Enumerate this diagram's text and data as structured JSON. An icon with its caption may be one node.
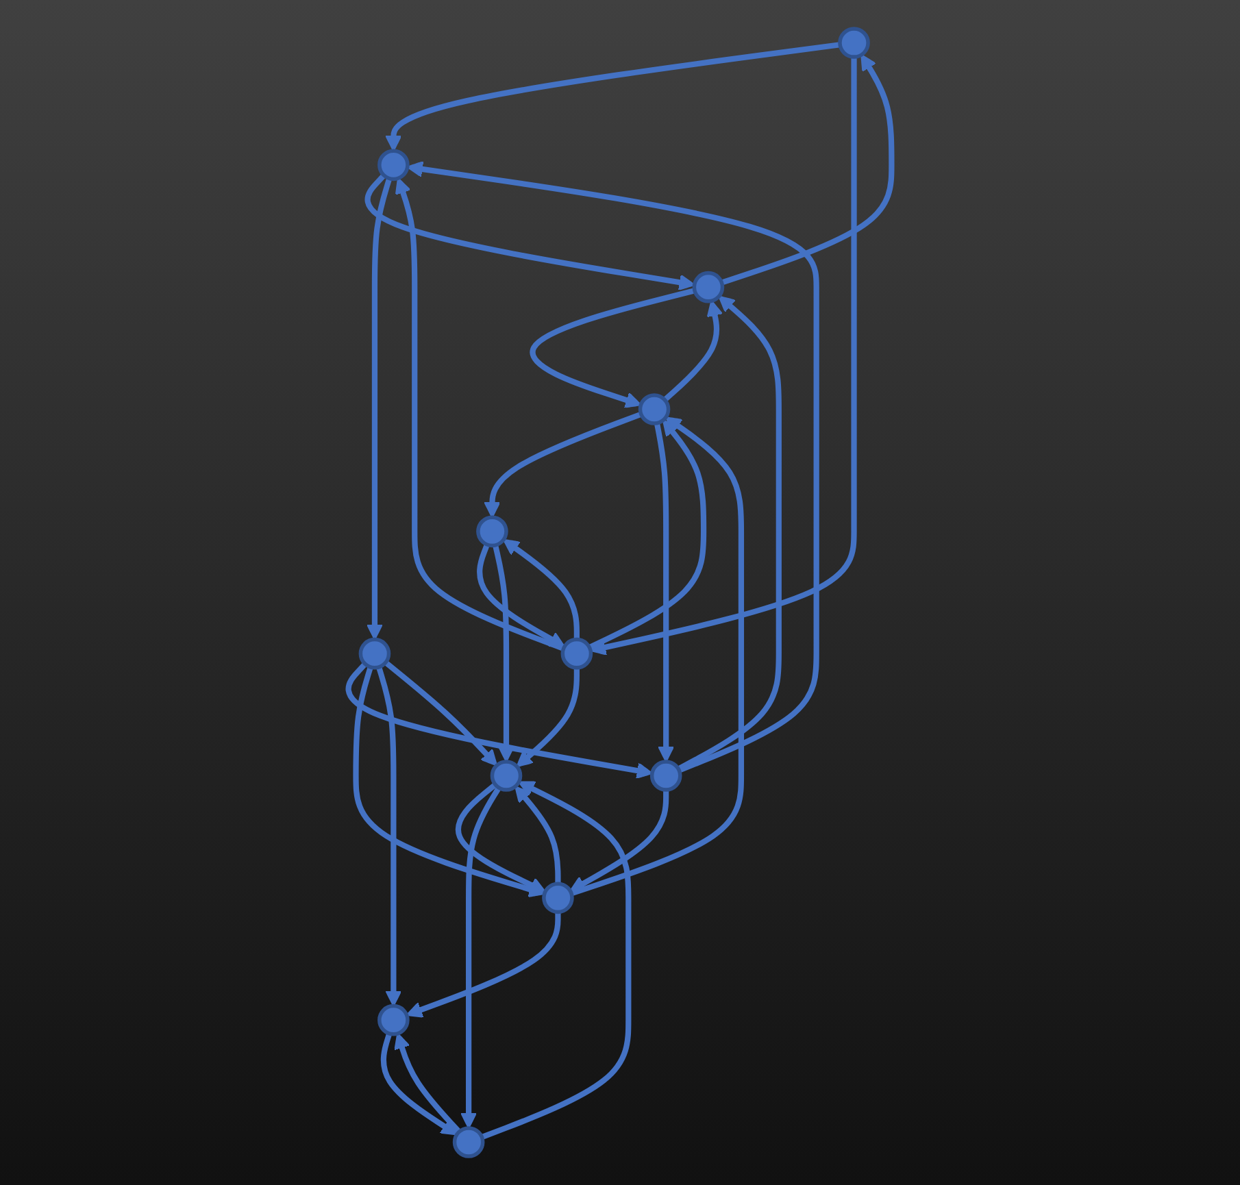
{
  "diagram": {
    "nodes": [
      {
        "text": [],
        "shape": "circle"
      },
      {
        "text": [],
        "shape": "circle"
      },
      {
        "text": [],
        "shape": "circle"
      },
      {
        "text": [],
        "shape": "circle"
      },
      {
        "text": [],
        "shape": "circle"
      },
      {
        "text": [],
        "shape": "circle"
      },
      {
        "text": [],
        "shape": "circle"
      },
      {
        "text": [],
        "shape": "circle"
      },
      {
        "text": [],
        "shape": "circle"
      },
      {
        "text": [],
        "shape": "circle"
      },
      {
        "text": [],
        "shape": "circle"
      },
      {
        "text": [],
        "shape": "circle"
      }
    ],
    "edges": [
      {
        "from": 1,
        "to": 2,
        "arrow": "to"
      },
      {
        "from": 0,
        "to": 2,
        "arrow": "to"
      },
      {
        "from": 0,
        "to": 1,
        "arrow": "to"
      },
      {
        "from": 2,
        "to": 3,
        "arrow": "to"
      },
      {
        "from": 3,
        "to": 0,
        "arrow": "to"
      },
      {
        "from": 5,
        "to": 3,
        "arrow": "to"
      },
      {
        "from": 3,
        "to": 5,
        "arrow": "to"
      },
      {
        "from": 1,
        "to": 5,
        "arrow": "to"
      },
      {
        "from": 1,
        "to": 4,
        "arrow": "to"
      },
      {
        "from": 4,
        "to": 1,
        "arrow": "to"
      },
      {
        "from": 1,
        "to": 7,
        "arrow": "to"
      },
      {
        "from": 5,
        "to": 4,
        "arrow": "to"
      },
      {
        "from": 5,
        "to": 6,
        "arrow": "to"
      },
      {
        "from": 4,
        "to": 7,
        "arrow": "to"
      },
      {
        "from": 6,
        "to": 3,
        "arrow": "to"
      },
      {
        "from": 6,
        "to": 2,
        "arrow": "to"
      },
      {
        "from": 6,
        "to": 8,
        "arrow": "to"
      },
      {
        "from": 8,
        "to": 5,
        "arrow": "to"
      },
      {
        "from": 7,
        "to": 8,
        "arrow": "to"
      },
      {
        "from": 8,
        "to": 7,
        "arrow": "to"
      },
      {
        "from": 2,
        "to": 10,
        "arrow": "to"
      },
      {
        "from": 10,
        "to": 6,
        "arrow": "to"
      },
      {
        "from": 10,
        "to": 8,
        "arrow": "to"
      },
      {
        "from": 10,
        "to": 11,
        "arrow": "to"
      },
      {
        "from": 8,
        "to": 11,
        "arrow": "to"
      },
      {
        "from": 7,
        "to": 9,
        "arrow": "to"
      },
      {
        "from": 9,
        "to": 7,
        "arrow": "to"
      },
      {
        "from": 9,
        "to": 11,
        "arrow": "to"
      },
      {
        "from": 11,
        "to": 9,
        "arrow": "to"
      },
      {
        "from": 10,
        "to": 7,
        "arrow": "to"
      }
    ]
  }
}
